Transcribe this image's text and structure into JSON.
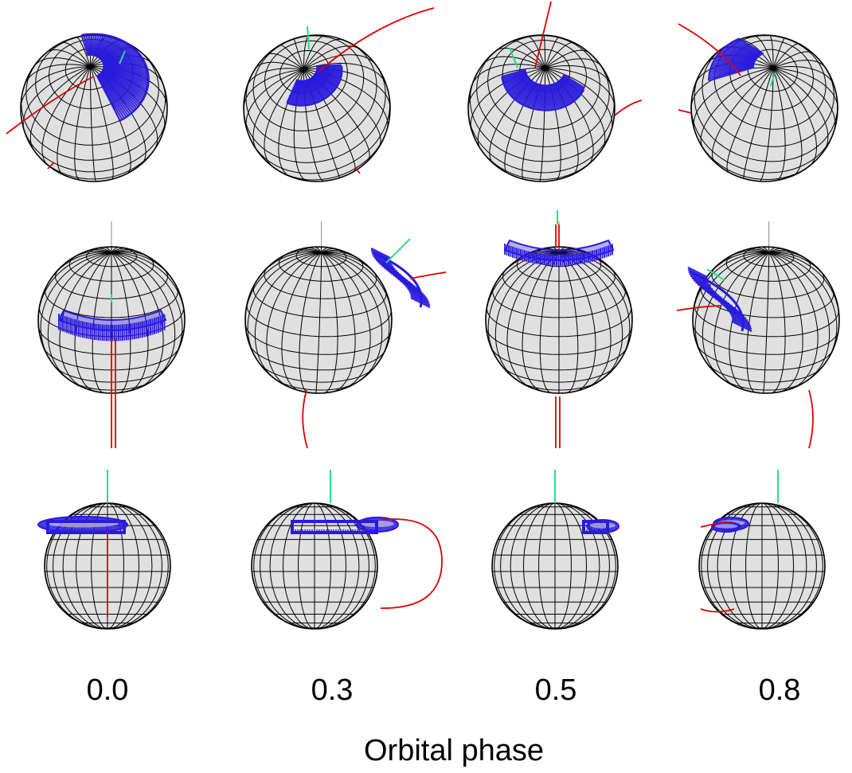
{
  "figure": {
    "phases": [
      "0.0",
      "0.3",
      "0.5",
      "0.8"
    ],
    "x_title": "Orbital phase",
    "views": [
      "view-1",
      "view-2",
      "view-3"
    ]
  },
  "colors": {
    "sphere_fill": "#e0e0e0",
    "grid_line": "#000000",
    "spot": "#2a1adc",
    "field_line": "#e00000",
    "spin_axis": "#22e08a",
    "rotation_axis": "#888888"
  }
}
